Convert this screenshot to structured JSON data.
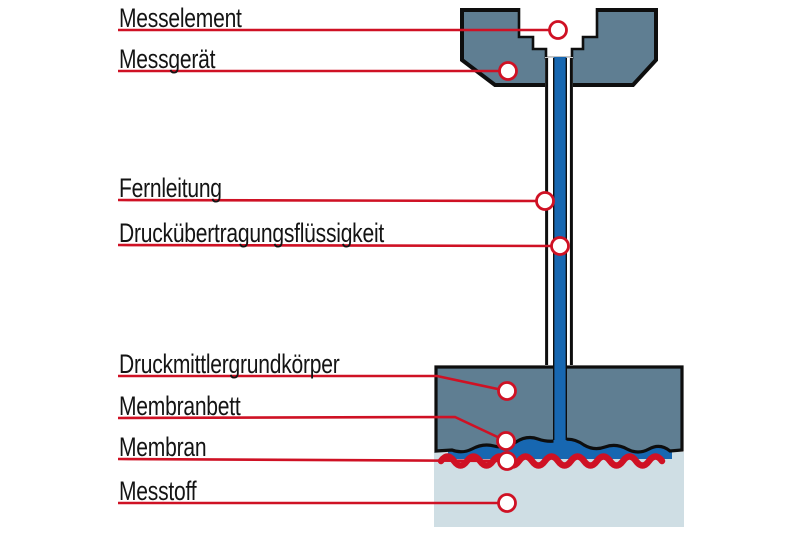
{
  "diagram": {
    "type": "labeled-technical-diagram",
    "subject": "diaphragm seal pressure measurement cross-section"
  },
  "labels": [
    {
      "id": "messelement",
      "text": "Messelement"
    },
    {
      "id": "messgeraet",
      "text": "Messgerät"
    },
    {
      "id": "fernleitung",
      "text": "Fernleitung"
    },
    {
      "id": "druckuebertragungsfluessigkeit",
      "text": "Druckübertragungsflüssigkeit"
    },
    {
      "id": "druckmittlergrundkoerper",
      "text": "Druckmittlergrundkörper"
    },
    {
      "id": "membranbett",
      "text": "Membranbett"
    },
    {
      "id": "membran",
      "text": "Membran"
    },
    {
      "id": "messtoff",
      "text": "Messtoff"
    }
  ],
  "colors": {
    "leader_red": "#cf1124",
    "membrane_red": "#cf1124",
    "body_slate": "#5f7e92",
    "fluid_blue": "#1767b1",
    "medium_lightblue": "#cfdee4",
    "outline_black": "#0e0e0e",
    "label_text": "#141414",
    "background": "#ffffff"
  }
}
